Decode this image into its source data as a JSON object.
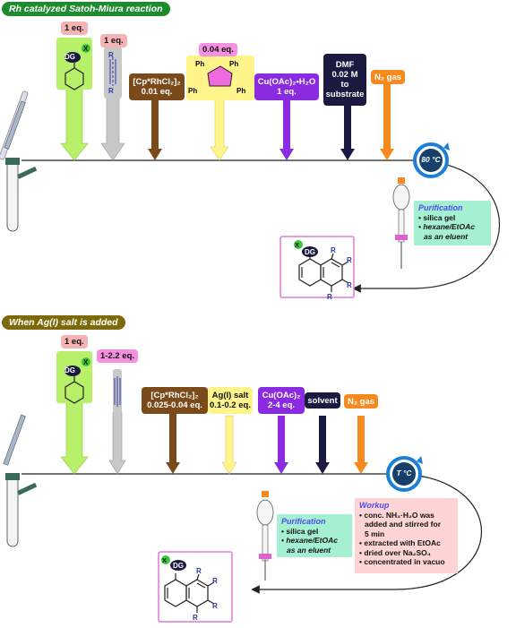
{
  "section1": {
    "banner": "Rh catalyzed Satoh-Miura reaction",
    "substrate_eq": "1 eq.",
    "alkyne_eq": "1 eq.",
    "catalyst": "[Cp*RhCl₂]₂",
    "catalyst_eq": "0.01 eq.",
    "additive_eq": "0.04 eq.",
    "additive_ph": "Ph",
    "oxidant": "Cu(OAc)₂•H₂O",
    "oxidant_eq": "1 eq.",
    "solvent_line1": "DMF",
    "solvent_line2": "0.02 M",
    "solvent_line3": "to",
    "solvent_line4": "substrate",
    "gas": "N₂ gas",
    "temp": "80 °C",
    "purification_title": "Purification",
    "purification_1": "• silica gel",
    "purification_2": "• hexane/EtOAc",
    "purification_3": "as an eluent"
  },
  "section2": {
    "banner": "When Ag(I) salt is added",
    "substrate_eq": "1 eq.",
    "alkyne_eq": "1-2.2 eq.",
    "catalyst": "[Cp*RhCl₂]₂",
    "catalyst_eq": "0.025-0.04 eq.",
    "ag_salt": "Ag(I) salt",
    "ag_eq": "0.1-0.2 eq.",
    "oxidant": "Cu(OAc)₂",
    "oxidant_eq": "2-4 eq.",
    "solvent": "solvent",
    "gas": "N₂ gas",
    "temp": "T °C",
    "purification_title": "Purification",
    "purification_1": "• silica gel",
    "purification_2": "• hexane/EtOAc",
    "purification_3": "as an eluent",
    "workup_title": "Workup",
    "workup_1": "• conc. NH₃·H₂O was",
    "workup_2": "added and stirred for",
    "workup_3": "5 min",
    "workup_4": "• extracted with EtOAc",
    "workup_5": "• dried over Na₂SO₄",
    "workup_6": "• concentrated in vacuo"
  },
  "labels": {
    "dg": "DG",
    "x": "X",
    "r": "R"
  },
  "colors": {
    "green_banner": "#1f8b2f",
    "olive_banner": "#7c6a0a",
    "lime": "#b8f06a",
    "gray": "#bdbdbd",
    "brown": "#7a4a1a",
    "yellow": "#fff58a",
    "purple": "#8a2be2",
    "navy": "#1a1a40",
    "orange": "#f58a1f",
    "pink_frame": "#e07ad0",
    "cycle_blue": "#1b7fd8"
  }
}
